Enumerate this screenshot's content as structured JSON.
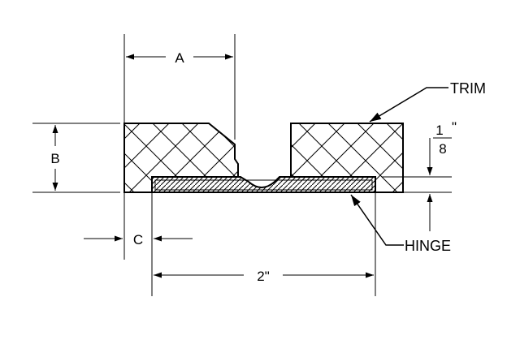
{
  "labels": {
    "dim_a": "A",
    "dim_b": "B",
    "dim_c": "C",
    "dim_width": "2\"",
    "trim": "TRIM",
    "hinge": "HINGE",
    "thickness_numerator": "1",
    "thickness_denominator": "8",
    "thickness_unit": "\""
  },
  "colors": {
    "line": "#000000",
    "background": "#ffffff"
  }
}
